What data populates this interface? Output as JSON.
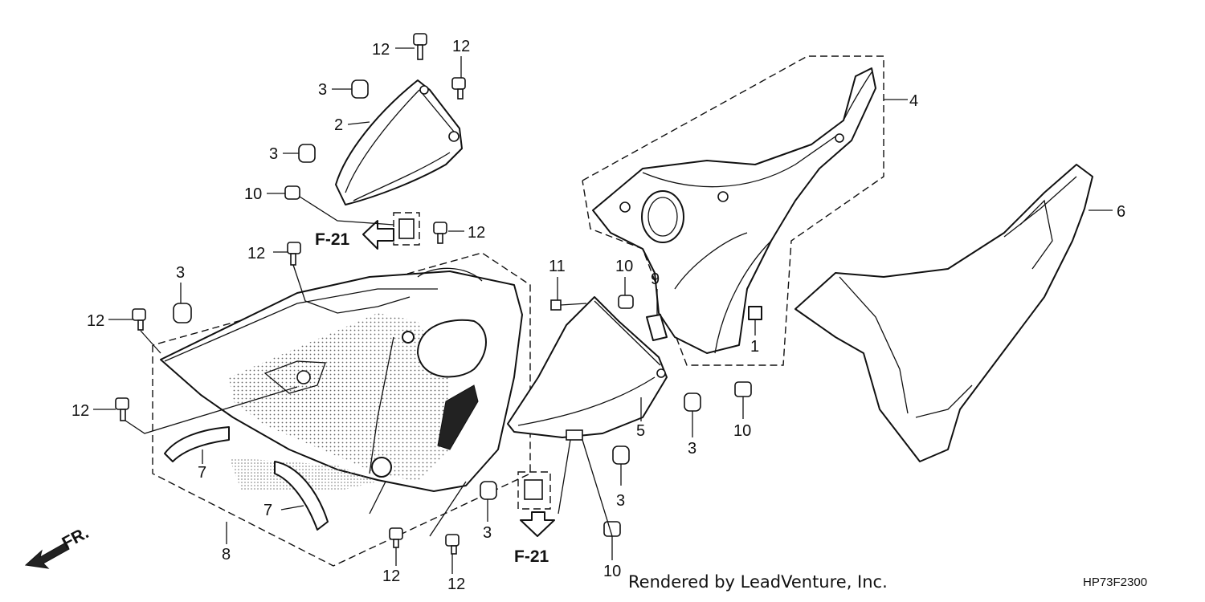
{
  "callouts": {
    "c1": "1",
    "c2": "2",
    "c3": "3",
    "c4": "4",
    "c5": "5",
    "c6": "6",
    "c7": "7",
    "c8": "8",
    "c9": "9",
    "c10": "10",
    "c11": "11",
    "c12": "12"
  },
  "refs": {
    "f21": "F-21"
  },
  "direction": {
    "front": "FR."
  },
  "footer": {
    "credit": "Rendered by LeadVenture, Inc.",
    "diagram_code": "HP73F2300"
  }
}
